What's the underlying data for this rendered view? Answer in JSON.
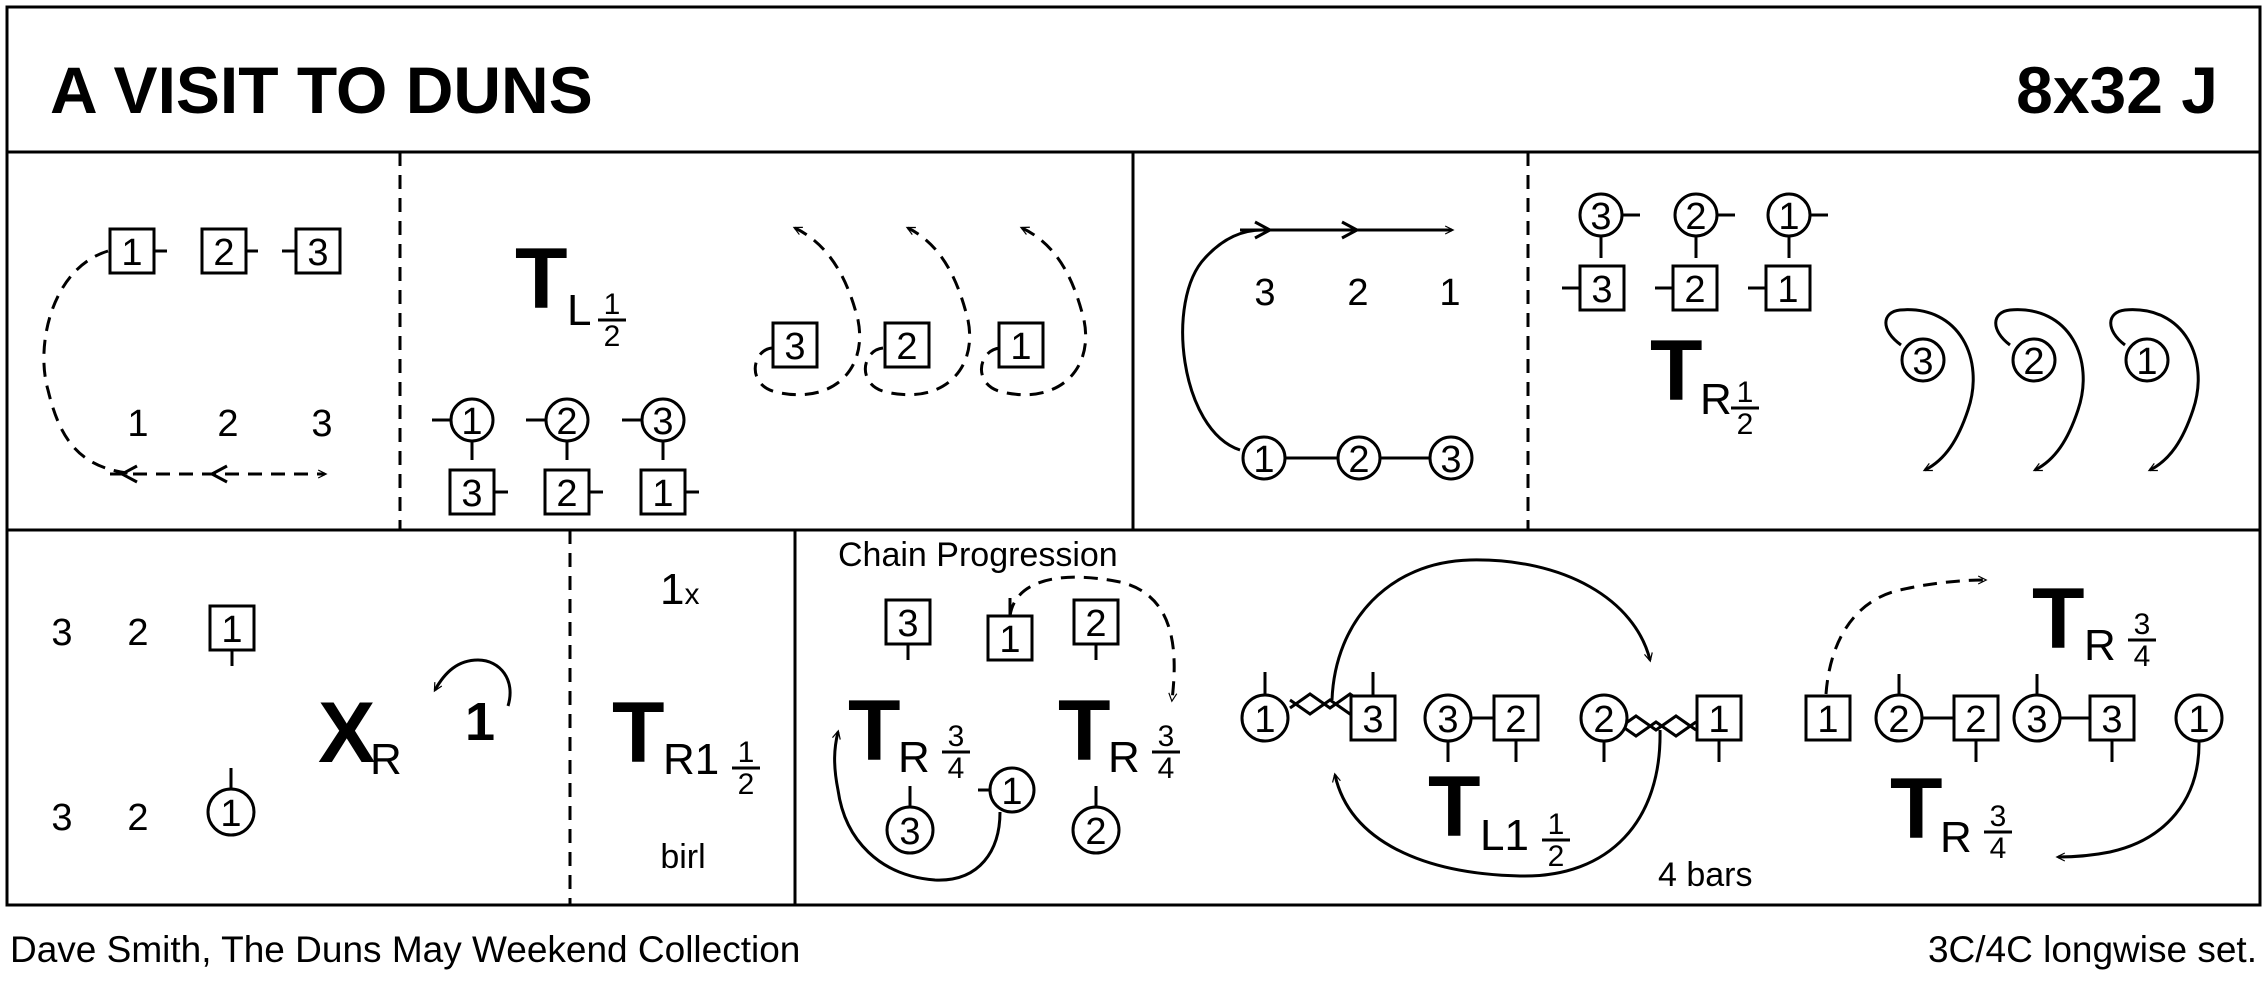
{
  "header": {
    "title": "A VISIT TO DUNS",
    "format": "8x32 J"
  },
  "footer": {
    "credit": "Dave Smith, The Duns May Weekend Collection",
    "set": "3C/4C longwise set."
  },
  "bars_1_8": {
    "p1_boxes": [
      "1",
      "2",
      "3"
    ],
    "p1_numbers": [
      "1",
      "2",
      "3"
    ],
    "p2_turn_T": "T",
    "p2_turn_sub": "L",
    "p2_circles": [
      "1",
      "2",
      "3"
    ],
    "p2_boxes": [
      "3",
      "2",
      "1"
    ],
    "p2_spiral_boxes": [
      "3",
      "2",
      "1"
    ],
    "p3_numbers": [
      "3",
      "2",
      "1"
    ],
    "p3_circles": [
      "1",
      "2",
      "3"
    ],
    "p4_circles": [
      "3",
      "2",
      "1"
    ],
    "p4_boxes": [
      "3",
      "2",
      "1"
    ],
    "p4_turn_T": "T",
    "p4_turn_sub": "R",
    "p4_spiral_circles": [
      "3",
      "2",
      "1"
    ]
  },
  "bars_17_32": {
    "p5_numbers_top": [
      "3",
      "2"
    ],
    "p5_box_top": "1",
    "p5_numbers_bottom": [
      "3",
      "2"
    ],
    "p5_circle_bottom": "1",
    "p5_cross_X": "X",
    "p5_cross_sub": "R",
    "p5_one": "1",
    "p6_times": "1",
    "p6_times_x": "x",
    "p6_turn_T": "T",
    "p6_turn_sub": "R1",
    "p6_birl": "birl",
    "p7_title": "Chain Progression",
    "p7_boxes": [
      "3",
      "1",
      "2"
    ],
    "p7_turn_T": "T",
    "p7_turn_sub": "R",
    "p7_circles": [
      "3",
      "1",
      "2"
    ],
    "p8_row": [
      "1",
      "3",
      "3",
      "2",
      "2",
      "1"
    ],
    "p8_turn_T": "T",
    "p8_turn_sub": "L1",
    "p8_bars": "4 bars",
    "p9_row": [
      "1",
      "2",
      "2",
      "3",
      "3",
      "1"
    ],
    "p9_turn_T": "T",
    "p9_turn_sub": "R"
  },
  "fractions": {
    "half_num": "1",
    "half_den": "2",
    "three_q_num": "3",
    "three_q_den": "4"
  }
}
